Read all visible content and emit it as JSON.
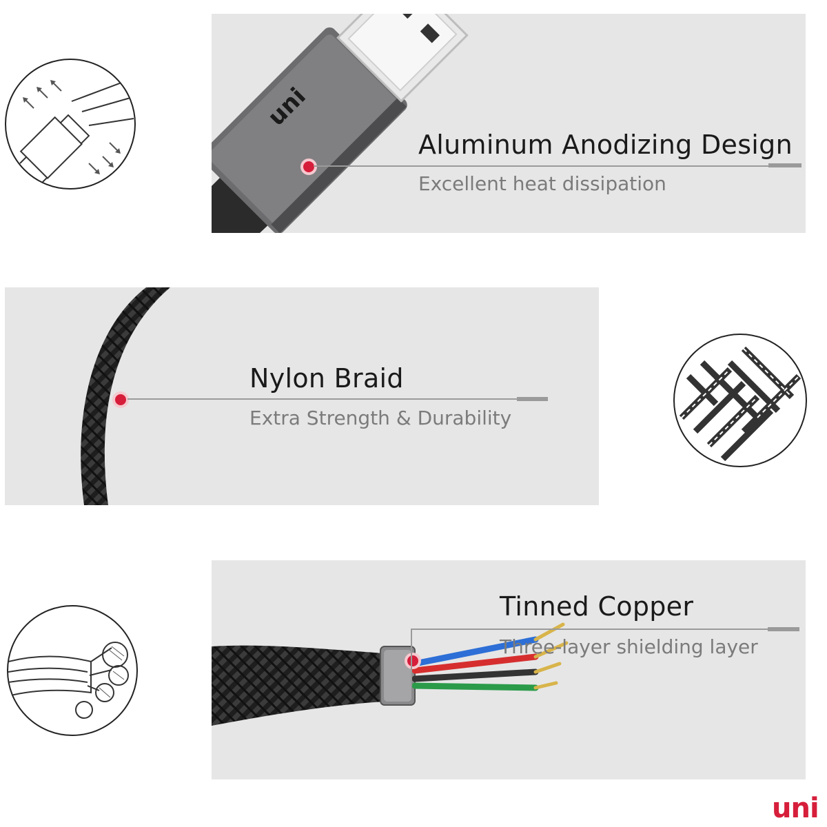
{
  "features": [
    {
      "title": "Aluminum Anodizing Design",
      "subtitle": "Excellent heat dissipation"
    },
    {
      "title": "Nylon Braid",
      "subtitle": "Extra Strength & Durability"
    },
    {
      "title": "Tinned Copper",
      "subtitle": "Three-layer shielding layer"
    }
  ],
  "brand": {
    "logo_text": "uni",
    "connector_logo": "uni"
  },
  "colors": {
    "panel": "#e6e6e6",
    "accent": "#d61e3a",
    "text_dark": "#1a1a1a",
    "text_gray": "#7b7b7b",
    "leader": "#9a9a9a"
  },
  "icons": [
    "connector-heat-icon",
    "weave-pattern-icon",
    "cable-wires-icon"
  ]
}
